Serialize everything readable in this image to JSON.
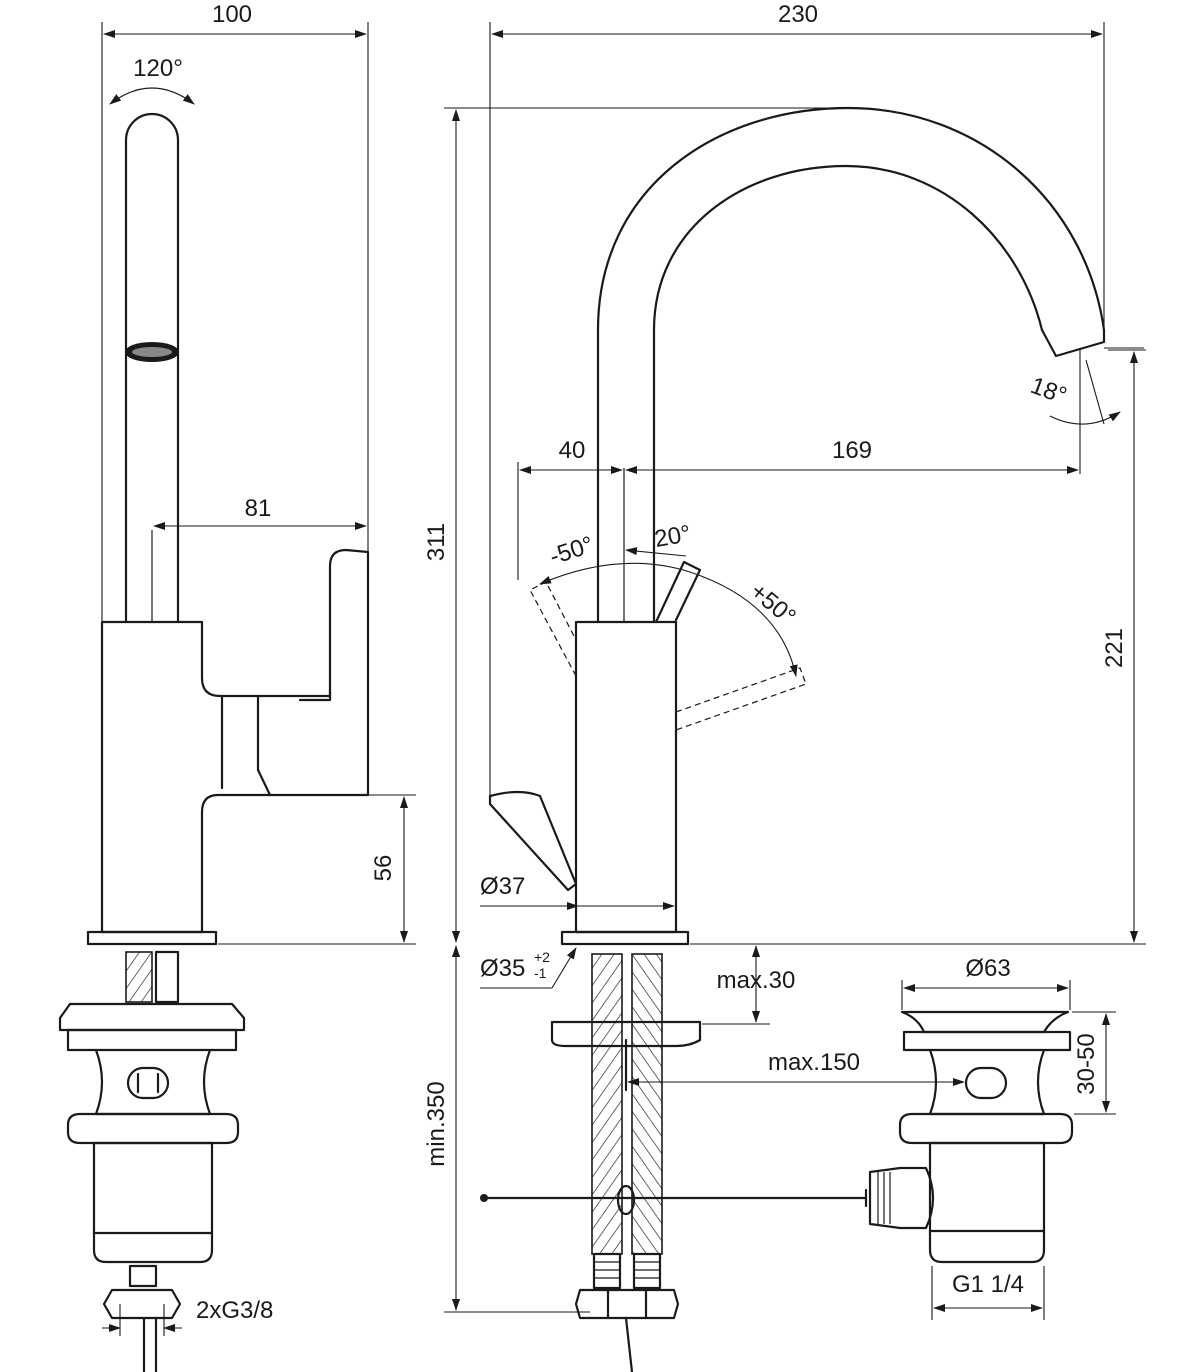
{
  "dimensions": {
    "d100": "100",
    "d120": "120°",
    "d81": "81",
    "d56": "56",
    "d230": "230",
    "d311": "311",
    "d40": "40",
    "d169": "169",
    "d18": "18°",
    "dneg50": "-50°",
    "d20": "20°",
    "dpos50": "+50°",
    "d221": "221",
    "d37": "Ø37",
    "d35": "Ø35",
    "d35_plus": "+2",
    "d35_minus": "-1",
    "dmax30": "max.30",
    "dmax150": "max.150",
    "dmin350": "min.350",
    "d63": "Ø63",
    "d3050": "30-50",
    "dg14": "G1 1/4",
    "dg38": "2xG3/8"
  }
}
